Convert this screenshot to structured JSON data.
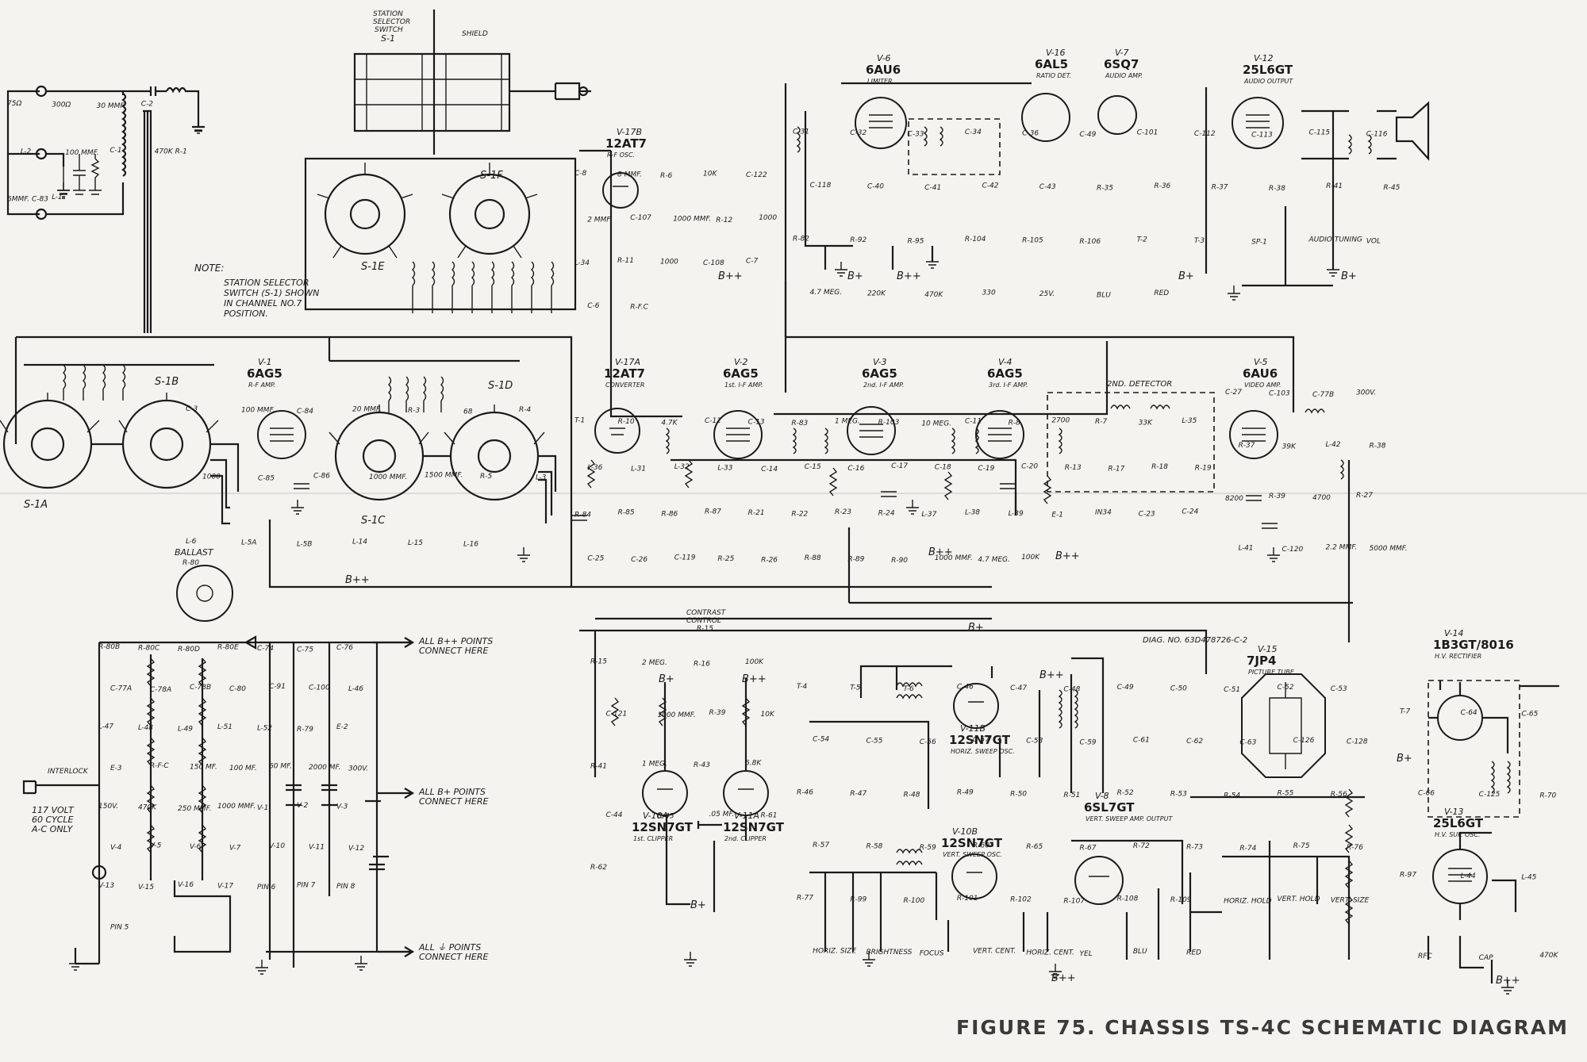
{
  "figure": {
    "title": "FIGURE 75. CHASSIS TS-4C SCHEMATIC DIAGRAM"
  },
  "notes": {
    "note_heading": "NOTE:",
    "note_lines": [
      "STATION SELECTOR",
      "SWITCH (S-1) SHOWN",
      "IN CHANNEL NO.7",
      "POSITION."
    ],
    "diagram_number": "DIAG. NO. 63D478726-C-2",
    "b_plus_plus_connect": [
      "ALL B++ POINTS",
      "CONNECT HERE"
    ],
    "b_plus_connect": [
      "ALL B+ POINTS",
      "CONNECT HERE"
    ],
    "ground_connect": [
      "ALL ⏚ POINTS",
      "CONNECT HERE"
    ],
    "power_cord": [
      "117 VOLT",
      "60 CYCLE",
      "A-C ONLY"
    ],
    "interlock": "INTERLOCK",
    "ballast": [
      "BALLAST",
      "R-80"
    ],
    "selector": [
      "STATION",
      "SELECTOR",
      "SWITCH",
      "S-1"
    ],
    "shield": "SHIELD",
    "contrast": [
      "CONTRAST",
      "CONTROL",
      "R-15"
    ],
    "second_detector": "2ND. DETECTOR"
  },
  "tubes": [
    {
      "id": "V-1",
      "type": "6AG5",
      "func": "R-F AMP."
    },
    {
      "id": "V-17A",
      "type": "12AT7",
      "func": "CONVERTER"
    },
    {
      "id": "V-17B",
      "type": "12AT7",
      "func": "R-F OSC."
    },
    {
      "id": "V-2",
      "type": "6AG5",
      "func": "1st. I-F AMP."
    },
    {
      "id": "V-3",
      "type": "6AG5",
      "func": "2nd. I-F AMP."
    },
    {
      "id": "V-4",
      "type": "6AG5",
      "func": "3rd. I-F AMP."
    },
    {
      "id": "V-5",
      "type": "6AU6",
      "func": "VIDEO AMP."
    },
    {
      "id": "V-6",
      "type": "6AU6",
      "func": "LIMITER"
    },
    {
      "id": "V-16",
      "type": "6AL5",
      "func": "RATIO DET."
    },
    {
      "id": "V-7",
      "type": "6SQ7",
      "func": "AUDIO AMP."
    },
    {
      "id": "V-12",
      "type": "25L6GT",
      "func": "AUDIO OUTPUT"
    },
    {
      "id": "V-10A",
      "type": "12SN7GT",
      "func": "1st. CLIPPER"
    },
    {
      "id": "V-11A",
      "type": "12SN7GT",
      "func": "2nd. CLIPPER"
    },
    {
      "id": "V-11B",
      "type": "12SN7GT",
      "func": "HORIZ. SWEEP OSC."
    },
    {
      "id": "V-10B",
      "type": "12SN7GT",
      "func": "VERT. SWEEP OSC."
    },
    {
      "id": "V-8",
      "type": "6SL7GT",
      "func": "VERT. SWEEP AMP. OUTPUT"
    },
    {
      "id": "V-15",
      "type": "7JP4",
      "func": "PICTURE TUBE"
    },
    {
      "id": "V-14",
      "type": "1B3GT/8016",
      "func": "H.V. RECTIFIER"
    },
    {
      "id": "V-13",
      "type": "25L6GT",
      "func": "H.V. SUP. OSC."
    }
  ],
  "switches": [
    "S-1A",
    "S-1B",
    "S-1C",
    "S-1D",
    "S-1E",
    "S-1F"
  ],
  "components": {
    "top_left": [
      "75Ω",
      "300Ω",
      "30 MMF.",
      "C-2",
      "L-2",
      "100 MMF.",
      "C-1",
      "470K R-1",
      "6MMF. C-83",
      "L-1"
    ],
    "rf_section": [
      "C-3",
      "100 MMF.",
      "C-84",
      "20 MMF.",
      "R-3",
      "68",
      "R-4",
      "1000",
      "C-85",
      "C-86",
      "1000 MMF.",
      "1500 MMF.",
      "R-5",
      "L-3",
      "L-6",
      "L-5A",
      "L-5B",
      "L-14",
      "L-15",
      "L-16"
    ],
    "osc_section": [
      "C-8",
      "8 MMF.",
      "R-6",
      "10K",
      "C-122",
      "2 MMF.",
      "C-107",
      "1000 MMF.",
      "R-12",
      "1000",
      "L-34",
      "R-11",
      "1000",
      "C-108",
      "C-7",
      "C-6",
      "R-F.C"
    ],
    "if_section": [
      "T-1",
      "R-10",
      "4.7K",
      "C-12",
      "C-13",
      "R-83",
      "1 MEG.",
      "R-103",
      "10 MEG.",
      "C-11",
      "R-8",
      "2700",
      "R-7",
      "33K",
      "L-35",
      "L-36",
      "L-31",
      "L-32",
      "L-33",
      "C-14",
      "C-15",
      "C-16",
      "C-17",
      "C-18",
      "C-19",
      "C-20",
      "R-13",
      "R-17",
      "R-18",
      "R-19",
      "R-84",
      "R-85",
      "R-86",
      "R-87",
      "R-21",
      "R-22",
      "R-23",
      "R-24",
      "L-37",
      "L-38",
      "L-39",
      "E-1",
      "IN34",
      "C-23",
      "C-24",
      "C-25",
      "C-26",
      "C-119",
      "R-25",
      "R-26",
      "R-88",
      "R-89",
      "R-90",
      "1000 MMF.",
      "4.7 MEG.",
      "100K"
    ],
    "video_section": [
      "C-27",
      "C-103",
      "C-77B",
      "300V.",
      "R-37",
      "39K",
      "L-42",
      "R-38",
      "8200",
      "R-39",
      "4700",
      "R-27",
      "L-41",
      "C-120",
      "2.2 MMF.",
      "5000 MMF."
    ],
    "audio_section": [
      "C-31",
      "C-32",
      "C-33",
      "C-34",
      "C-36",
      "C-49",
      "C-101",
      "C-112",
      "C-113",
      "C-115",
      "C-116",
      "C-118",
      "C-40",
      "C-41",
      "C-42",
      "C-43",
      "R-35",
      "R-36",
      "R-37",
      "R-38",
      "R-41",
      "R-45",
      "R-82",
      "R-92",
      "R-95",
      "R-104",
      "R-105",
      "R-106",
      "T-2",
      "T-3",
      "SP-1",
      "AUDIO TUNING",
      "VOL",
      "4.7 MEG.",
      "220K",
      "470K",
      "330",
      "25V.",
      "BLU",
      "RED"
    ],
    "power_section": [
      "R-80B",
      "R-80C",
      "R-80D",
      "R-80E",
      "C-74",
      "C-75",
      "C-76",
      "C-77A",
      "C-78A",
      "C-78B",
      "C-80",
      "C-91",
      "C-100",
      "L-46",
      "L-47",
      "L-48",
      "L-49",
      "L-51",
      "L-52",
      "R-79",
      "E-2",
      "E-3",
      "R-F-C",
      "150 MF.",
      "100 MF.",
      "60 MF.",
      "2000 MF.",
      "300V.",
      "150V.",
      "470K",
      "250 MMF.",
      "1000 MMF.",
      "V-1",
      "V-2",
      "V-3",
      "V-4",
      "V-5",
      "V-6",
      "V-7",
      "V-10",
      "V-11",
      "V-12",
      "V-13",
      "V-15",
      "V-16",
      "V-17",
      "PIN 6",
      "PIN 7",
      "PIN 8",
      "PIN 5"
    ],
    "sync_section": [
      "R-15",
      "2 MEG.",
      "R-16",
      "100K",
      "C-121",
      "1000 MMF.",
      "R-39",
      "10K",
      "R-41",
      "1 MEG.",
      "R-43",
      "6.8K",
      "C-44",
      "C-45",
      ".05 MF.",
      "R-61",
      "R-62"
    ],
    "sweep_section": [
      "T-4",
      "T-5",
      "T-6",
      "C-46",
      "C-47",
      "C-48",
      "C-49",
      "C-50",
      "C-51",
      "C-52",
      "C-53",
      "C-54",
      "C-55",
      "C-56",
      "C-57",
      "C-58",
      "C-59",
      "C-61",
      "C-62",
      "C-63",
      "C-126",
      "C-128",
      "R-46",
      "R-47",
      "R-48",
      "R-49",
      "R-50",
      "R-51",
      "R-52",
      "R-53",
      "R-54",
      "R-55",
      "R-56",
      "R-57",
      "R-58",
      "R-59",
      "R-60",
      "R-65",
      "R-67",
      "R-72",
      "R-73",
      "R-74",
      "R-75",
      "R-76",
      "R-77",
      "R-99",
      "R-100",
      "R-101",
      "R-102",
      "R-107",
      "R-108",
      "R-109",
      "HORIZ. HOLD",
      "VERT. HOLD",
      "VERT. SIZE",
      "HORIZ. SIZE",
      "BRIGHTNESS",
      "FOCUS",
      "VERT. CENT.",
      "HORIZ. CENT.",
      "YEL",
      "BLU",
      "RED"
    ],
    "hv_section": [
      "T-7",
      "C-64",
      "C-65",
      "C-66",
      "C-125",
      "R-70",
      "R-97",
      "L-44",
      "L-45",
      "RFC",
      "CAP",
      "470K"
    ]
  },
  "supply_labels": [
    "B+",
    "B++"
  ]
}
